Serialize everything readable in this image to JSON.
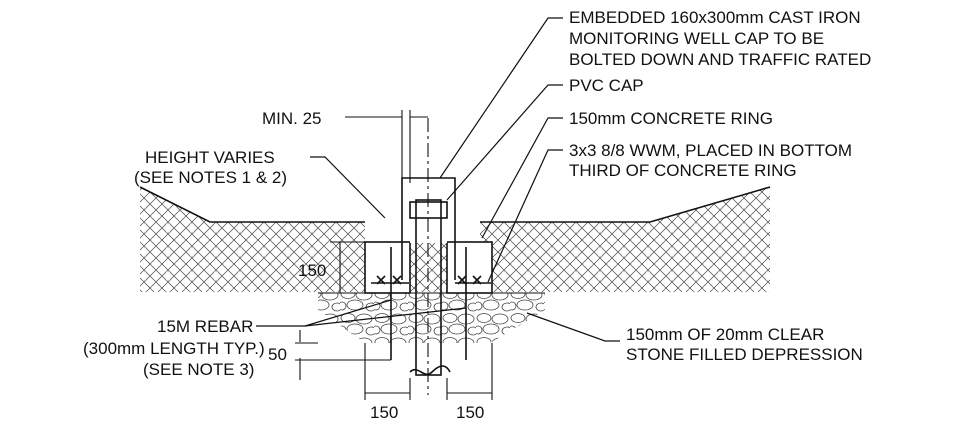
{
  "callouts": {
    "cast_iron_cap": [
      "EMBEDDED 160x300mm CAST IRON",
      "MONITORING WELL CAP TO BE",
      "BOLTED DOWN AND TRAFFIC RATED"
    ],
    "pvc_cap": "PVC CAP",
    "concrete_ring": "150mm CONCRETE RING",
    "wwm": [
      "3x3 8/8 WWM, PLACED IN BOTTOM",
      "THIRD OF CONCRETE RING"
    ],
    "height": [
      "HEIGHT VARIES",
      "(SEE NOTES 1 & 2)"
    ],
    "rebar": [
      "15M REBAR",
      "(300mm LENGTH TYP.)",
      "(SEE NOTE 3)"
    ],
    "stone": [
      "150mm OF 20mm CLEAR",
      "STONE FILLED DEPRESSION"
    ]
  },
  "dimensions": {
    "min_gap": "MIN. 25",
    "ring_depth": "150",
    "rebar_embed": "50",
    "ring_width_left": "150",
    "ring_width_right": "150"
  }
}
